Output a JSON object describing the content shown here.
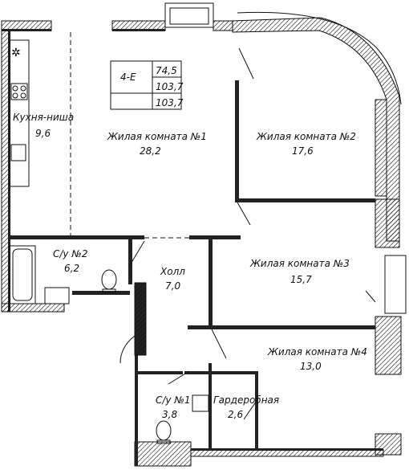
{
  "apartment": {
    "code": "4-E",
    "living_area": "74,5",
    "total_area": "103,7",
    "total_area_with_balconies": "103,7"
  },
  "rooms": [
    {
      "id": "kitchen",
      "name": "Кухня-ниша",
      "area": "9,6"
    },
    {
      "id": "living1",
      "name": "Жилая комната №1",
      "area": "28,2"
    },
    {
      "id": "living2",
      "name": "Жилая комната №2",
      "area": "17,6"
    },
    {
      "id": "bath2",
      "name": "С/у №2",
      "area": "6,2"
    },
    {
      "id": "hall",
      "name": "Холл",
      "area": "7,0"
    },
    {
      "id": "living3",
      "name": "Жилая комната №3",
      "area": "15,7"
    },
    {
      "id": "living4",
      "name": "Жилая комната №4",
      "area": "13,0"
    },
    {
      "id": "bath1",
      "name": "С/у №1",
      "area": "3,8"
    },
    {
      "id": "wardrobe",
      "name": "Гардеробная",
      "area": "2,6"
    }
  ],
  "colors": {
    "wall": "#222222",
    "line": "#111111",
    "background": "#ffffff"
  }
}
